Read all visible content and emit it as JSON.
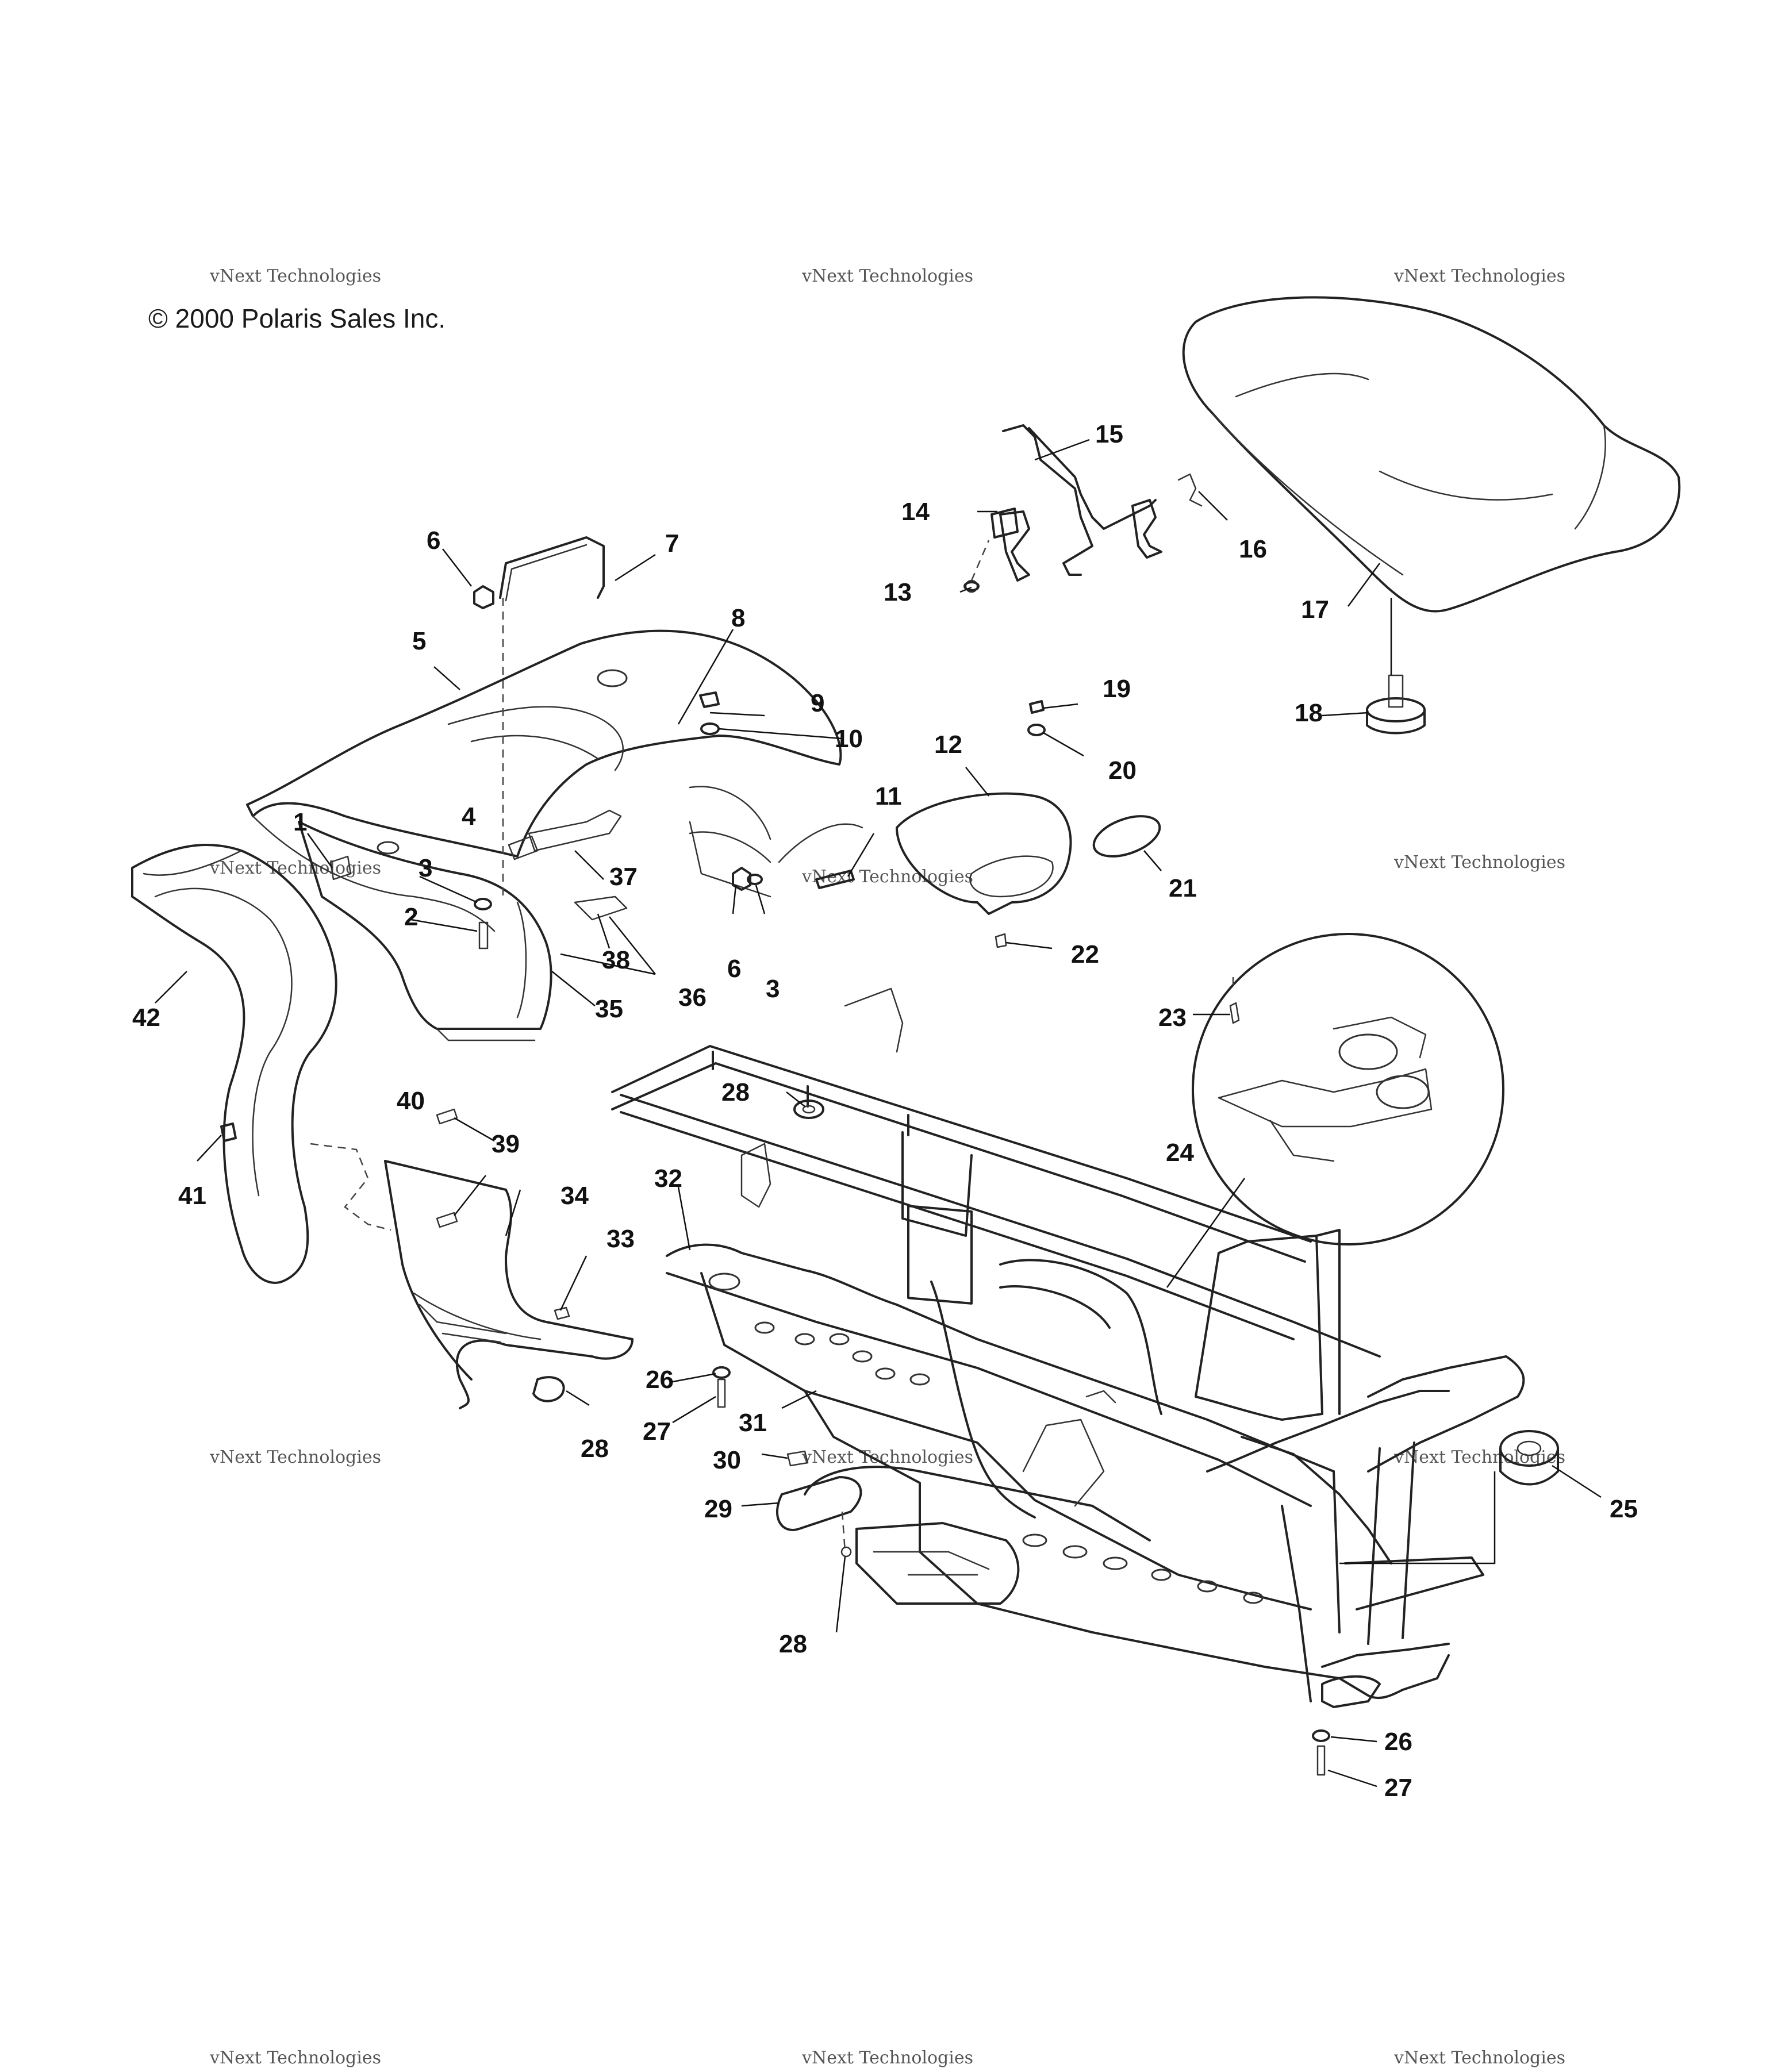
{
  "copyright": "© 2000 Polaris Sales Inc.",
  "watermark": {
    "small": "vNext Technologies",
    "big": "vNext Technologies"
  },
  "callouts": [
    "1",
    "2",
    "3",
    "3",
    "4",
    "5",
    "6",
    "6",
    "7",
    "8",
    "9",
    "10",
    "11",
    "12",
    "13",
    "14",
    "15",
    "16",
    "17",
    "18",
    "19",
    "20",
    "21",
    "22",
    "23",
    "24",
    "25",
    "26",
    "26",
    "27",
    "27",
    "28",
    "28",
    "28",
    "29",
    "30",
    "31",
    "32",
    "33",
    "34",
    "35",
    "36",
    "37",
    "38",
    "39",
    "40",
    "41",
    "42"
  ],
  "parts": [
    "rear-rack",
    "rear-fender",
    "seat",
    "seat-latch",
    "tail-light",
    "frame",
    "footwell",
    "mud-flap",
    "skid-plate",
    "front-mount",
    "inset-detail"
  ]
}
